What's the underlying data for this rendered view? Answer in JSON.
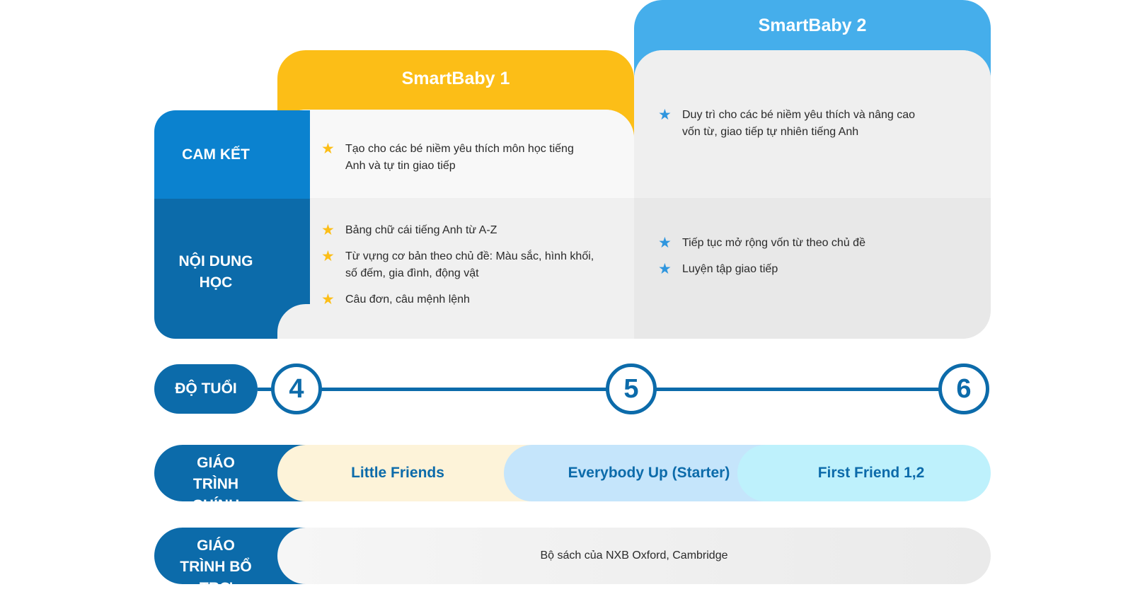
{
  "columns": [
    {
      "title": "SmartBaby 1",
      "commitment": [
        "Tạo cho các bé niềm yêu thích môn học tiếng Anh và tự tin giao tiếp"
      ],
      "content": [
        "Bảng chữ cái tiếng Anh từ A-Z",
        "Từ vựng cơ bản theo chủ đề: Màu sắc, hình khối, số đếm, gia đình, động vật",
        "Câu đơn, câu mệnh lệnh"
      ]
    },
    {
      "title": "SmartBaby 2",
      "commitment": [
        "Duy trì cho các bé niềm yêu thích và nâng cao vốn từ, giao tiếp tự nhiên tiếng Anh"
      ],
      "content": [
        "Tiếp tục mở rộng vốn từ theo chủ đề",
        "Luyện tập giao tiếp"
      ]
    }
  ],
  "rows": {
    "commitment_label": "CAM KẾT",
    "content_label": "NỘI DUNG HỌC",
    "age_label": "ĐỘ TUỔI",
    "main_label": "GIÁO TRÌNH CHÍNH",
    "supp_label": "GIÁO TRÌNH BỔ TRỢ"
  },
  "ages": [
    "4",
    "5",
    "6"
  ],
  "main_curriculum": [
    "Little Friends",
    "Everybody Up (Starter)",
    "First Friend 1,2"
  ],
  "supplementary": "Bộ sách của NXB Oxford, Cambridge",
  "icons": {
    "bullet": "star-icon"
  },
  "colors": {
    "smartbaby1": "#FCBE17",
    "smartbaby2": "#45AEEB",
    "label_dark": "#0C6BAA",
    "label_light": "#0B82CF"
  }
}
